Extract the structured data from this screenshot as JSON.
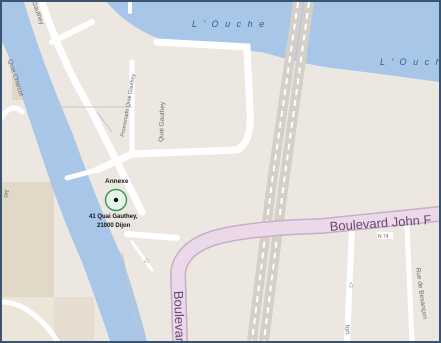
{
  "map": {
    "river_labels": [
      "L ' O u c h e",
      "L ' O u c h e"
    ],
    "streets": {
      "quai_charcot": "Quai Charcot",
      "quai_gauthey": "Quai Gauthey",
      "promenade": "Promenade Quai Gauthey",
      "boulevard_h": "Boulevard John F",
      "boulevard_v": "Boulevard",
      "rue_besancon": "Rue de Besançon",
      "gauthey_top": "Gauthey",
      "fort_left": "ort",
      "fort_bottom": "fort",
      "shield_label": "N 74"
    },
    "marker": {
      "title": "Annexe",
      "address_line1": "41 Quai Gauthey,",
      "address_line2": "21000 Dijon",
      "ring_color": "#3d9a5a"
    },
    "colors": {
      "land": "#ece8e1",
      "water": "#a8c6e8",
      "road": "#ffffff",
      "boulevard": "#e8d4e6",
      "block": "#e0d6c6",
      "frame": "#3a5470"
    }
  }
}
